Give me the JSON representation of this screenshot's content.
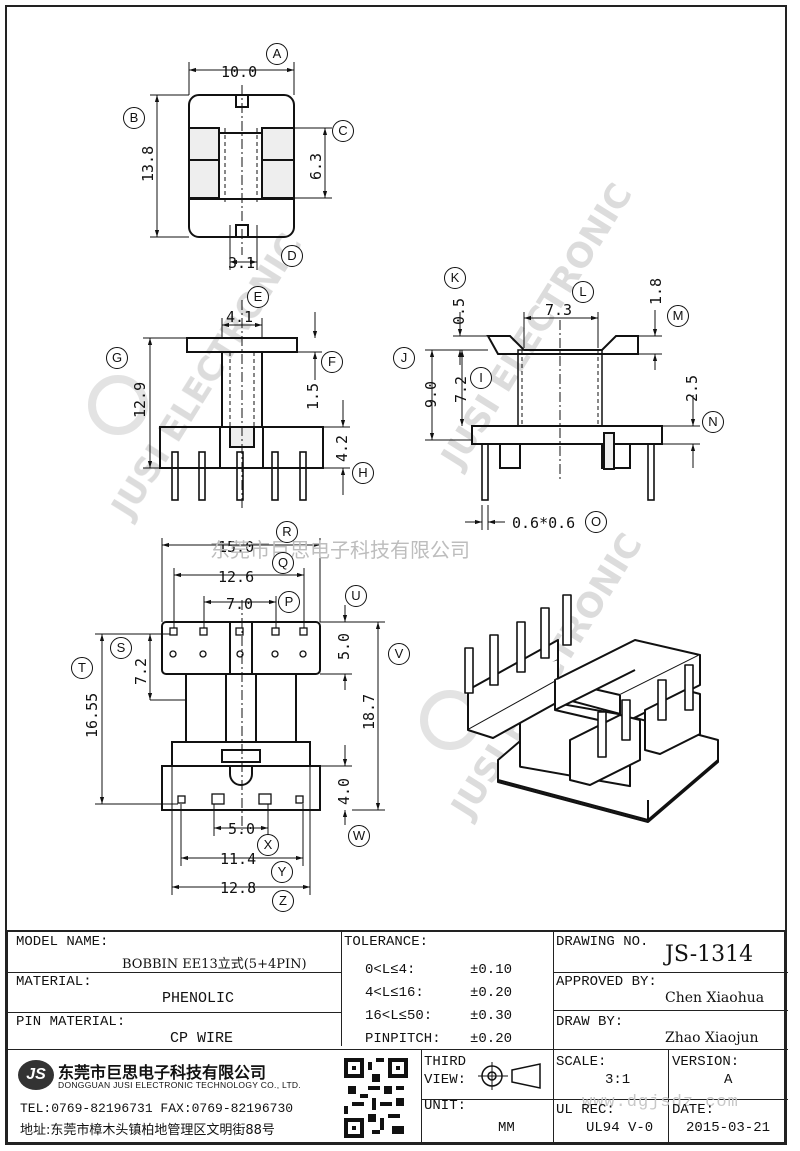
{
  "drawing": {
    "top_view": {
      "width": "10.0",
      "height": "13.8",
      "slot_span": "6.3",
      "slot_width": "3.1"
    },
    "front_view": {
      "flange_width": "4.1",
      "total_height": "12.9",
      "flange_thk": "1.5",
      "pin_len": "4.2"
    },
    "side_view": {
      "flange_gap": "0.5",
      "top_width": "7.3",
      "top_thk": "1.8",
      "height_a": "9.0",
      "height_b": "7.2",
      "base_thk": "2.5",
      "pin_section": "0.6*0.6"
    },
    "bottom_view": {
      "outer_width": "15.0",
      "pin_pitch_span": "12.6",
      "center_span": "7.0",
      "top_row": "5.0",
      "depth": "7.2",
      "total_len": "16.55",
      "overall": "18.7",
      "bottom_row": "4.0",
      "pin_gap": "5.0",
      "width_b": "11.4",
      "width_c": "12.8"
    },
    "bubbles": [
      "A",
      "B",
      "C",
      "D",
      "E",
      "F",
      "G",
      "H",
      "I",
      "J",
      "K",
      "L",
      "M",
      "N",
      "O",
      "P",
      "Q",
      "R",
      "S",
      "T",
      "U",
      "V",
      "W",
      "X",
      "Y",
      "Z"
    ],
    "overlay_text": "东莞市巨思电子科技有限公司",
    "watermark": "JUSI ELECTRONIC"
  },
  "title_block": {
    "model_name_label": "MODEL NAME:",
    "model_name_value": "BOBBIN EE13立式(5+4PIN)",
    "material_label": "MATERIAL:",
    "material_value": "PHENOLIC",
    "pin_material_label": "PIN MATERIAL:",
    "pin_material_value": "CP WIRE",
    "tolerance_label": "TOLERANCE:",
    "tolerances": [
      {
        "range": "0<L≤4:",
        "value": "±0.10"
      },
      {
        "range": "4<L≤16:",
        "value": "±0.20"
      },
      {
        "range": "16<L≤50:",
        "value": "±0.30"
      },
      {
        "range": "PINPITCH:",
        "value": "±0.20"
      }
    ],
    "drawing_no_label": "DRAWING NO.",
    "drawing_no_value": "JS-1314",
    "approved_by_label": "APPROVED BY:",
    "approved_by_value": "Chen Xiaohua",
    "draw_by_label": "DRAW BY:",
    "draw_by_value": "Zhao Xiaojun",
    "third_view_label_1": "THIRD",
    "third_view_label_2": "VIEW:",
    "unit_label": "UNIT:",
    "unit_value": "MM",
    "scale_label": "SCALE:",
    "scale_value": "3:1",
    "version_label": "VERSION:",
    "version_value": "A",
    "ul_rec_label": "UL REC:",
    "ul_rec_value": "UL94 V-0",
    "date_label": "DATE:",
    "date_value": "2015-03-21",
    "website": "www.dgjsdz.com",
    "logo_text": "JS",
    "company_cn": "东莞市巨思电子科技有限公司",
    "company_en": "DONGGUAN JUSI ELECTRONIC TECHNOLOGY CO., LTD.",
    "tel": "TEL:0769-82196731    FAX:0769-82196730",
    "address": "地址:东莞市樟木头镇柏地管理区文明街88号"
  }
}
